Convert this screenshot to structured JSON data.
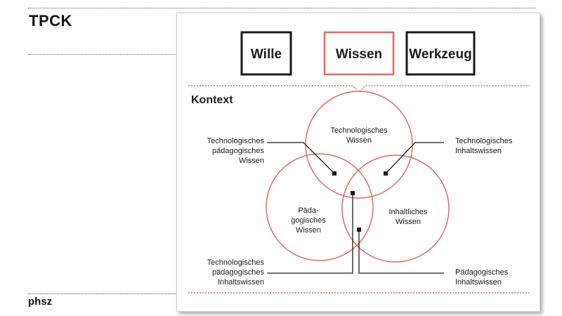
{
  "slide": {
    "title": "TPCK",
    "footer": "phsz"
  },
  "top_boxes": [
    "Wille",
    "Wissen",
    "Werkzeug"
  ],
  "context_label": "Kontext",
  "circles": {
    "technological": [
      "Technologisches",
      "Wissen"
    ],
    "pedagogical": [
      "Päda-",
      "gogisches",
      "Wissen"
    ],
    "content": [
      "Inhaltliches",
      "Wissen"
    ]
  },
  "callouts": {
    "tpk": [
      "Technologisches",
      "pädagogisches",
      "Wissen"
    ],
    "tck": [
      "Technologisches",
      "Inhaltswissen"
    ],
    "tpck": [
      "Technologisches",
      "pädagogisches",
      "Inhaltswissen"
    ],
    "pck": [
      "Pädagogisches",
      "Inhaltswissen"
    ]
  },
  "colors": {
    "accent": "#e06b5f",
    "ink": "#1a1a1a"
  }
}
